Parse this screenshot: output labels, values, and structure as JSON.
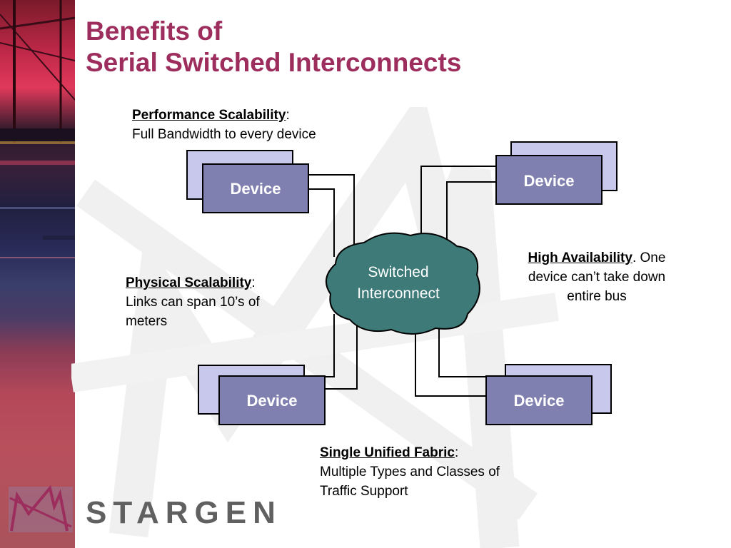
{
  "title": {
    "line1": "Benefits of",
    "line2": "Serial Switched Interconnects"
  },
  "notes": {
    "performance": {
      "heading": "Performance Scalability",
      "suffix": ":",
      "text": "Full Bandwidth to every device"
    },
    "physical": {
      "heading": "Physical Scalability",
      "suffix": ":",
      "line2": "Links can span 10’s of",
      "line3": "meters"
    },
    "availability": {
      "heading": "High Availability",
      "suffix": ". One",
      "line2": "device can’t take down",
      "line3": "entire bus"
    },
    "fabric": {
      "heading": "Single Unified Fabric",
      "suffix": ":",
      "line2": "Multiple Types and Classes of",
      "line3": "Traffic Support"
    }
  },
  "diagram": {
    "devices": [
      "Device",
      "Device",
      "Device",
      "Device"
    ],
    "cloud": {
      "line1": "Switched",
      "line2": "Interconnect"
    }
  },
  "logo": {
    "text": "STARGEN"
  },
  "colors": {
    "title": "#9c2d5c",
    "cloud": "#3d7a78",
    "device_front": "#8080b0",
    "device_back": "#c8c8ec",
    "logo": "#606060"
  }
}
